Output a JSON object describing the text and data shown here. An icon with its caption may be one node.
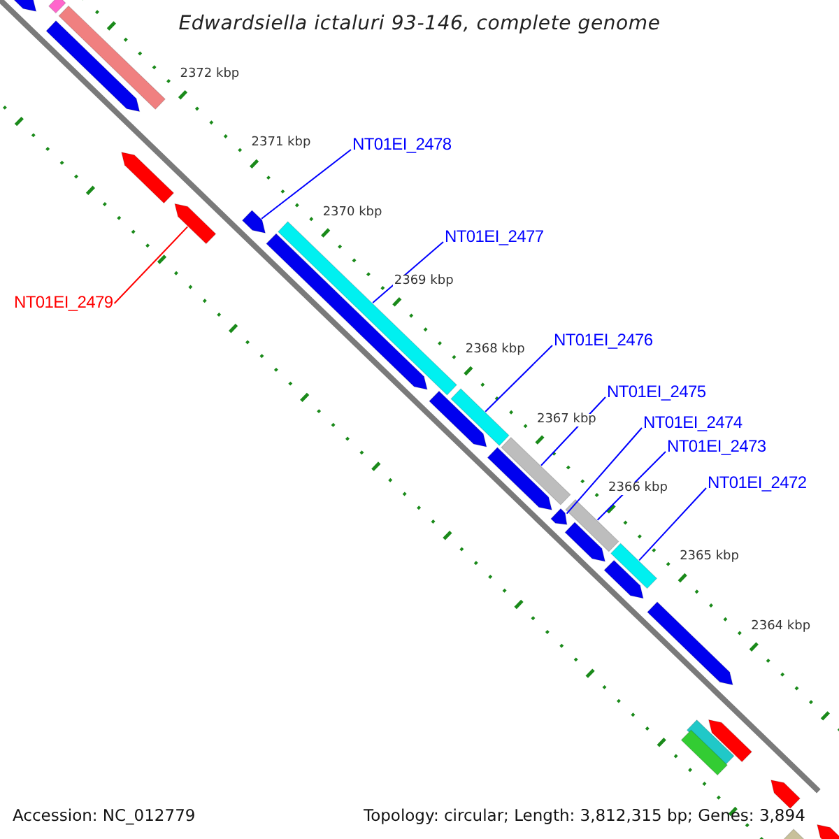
{
  "diagram": {
    "title": "Edwardsiella ictaluri 93-146, complete genome",
    "nodes": [
      {
        "text": [
          "NT01EI_2478"
        ]
      },
      {
        "text": [
          "NT01EI_2477"
        ]
      },
      {
        "text": [
          "NT01EI_2476"
        ]
      },
      {
        "text": [
          "NT01EI_2475"
        ]
      },
      {
        "text": [
          "NT01EI_2474"
        ]
      },
      {
        "text": [
          "NT01EI_2473"
        ]
      },
      {
        "text": [
          "NT01EI_2472"
        ]
      },
      {
        "text": [
          "NT01EI_2479"
        ]
      },
      {
        "text": [],
        "shape": "arrow"
      },
      {
        "text": [],
        "shape": "bar"
      },
      {
        "text": [],
        "shape": "arrow"
      },
      {
        "text": [],
        "shape": "bar"
      },
      {
        "text": [],
        "shape": "arrow"
      },
      {
        "text": [],
        "shape": "arrow"
      },
      {
        "text": [],
        "shape": "arrow"
      },
      {
        "text": [],
        "shape": "arrow"
      },
      {
        "text": [],
        "shape": "bar"
      },
      {
        "text": [],
        "shape": "arrow"
      },
      {
        "text": [],
        "shape": "bar"
      },
      {
        "text": [],
        "shape": "arrow"
      },
      {
        "text": [],
        "shape": "bar"
      },
      {
        "text": [],
        "shape": "arrow"
      },
      {
        "text": [],
        "shape": "arrow"
      },
      {
        "text": [],
        "shape": "bar"
      },
      {
        "text": [],
        "shape": "arrow"
      },
      {
        "text": [],
        "shape": "bar"
      },
      {
        "text": [],
        "shape": "arrow"
      },
      {
        "text": [],
        "shape": "arrow"
      },
      {
        "text": [],
        "shape": "bar"
      },
      {
        "text": [],
        "shape": "bar"
      },
      {
        "text": [],
        "shape": "arrow"
      },
      {
        "text": [],
        "shape": "arrow"
      },
      {
        "text": [],
        "shape": "bar"
      }
    ],
    "edges": [
      {
        "from": 0,
        "to": 14,
        "arrow": "none"
      },
      {
        "from": 1,
        "to": 16,
        "arrow": "none"
      },
      {
        "from": 2,
        "to": 18,
        "arrow": "none"
      },
      {
        "from": 3,
        "to": 20,
        "arrow": "none"
      },
      {
        "from": 4,
        "to": 21,
        "arrow": "none"
      },
      {
        "from": 5,
        "to": 23,
        "arrow": "none"
      },
      {
        "from": 6,
        "to": 25,
        "arrow": "none"
      },
      {
        "from": 7,
        "to": 13,
        "arrow": "none",
        "color": "#ff0000"
      }
    ],
    "labels": [
      "2372 kbp",
      "2371 kbp",
      "2370 kbp",
      "2369 kbp",
      "2368 kbp",
      "2367 kbp",
      "2366 kbp",
      "2365 kbp",
      "2364 kbp",
      "Accession: NC_012779",
      "Topology: circular; Length: 3,812,315 bp; Genes: 3,894"
    ]
  }
}
